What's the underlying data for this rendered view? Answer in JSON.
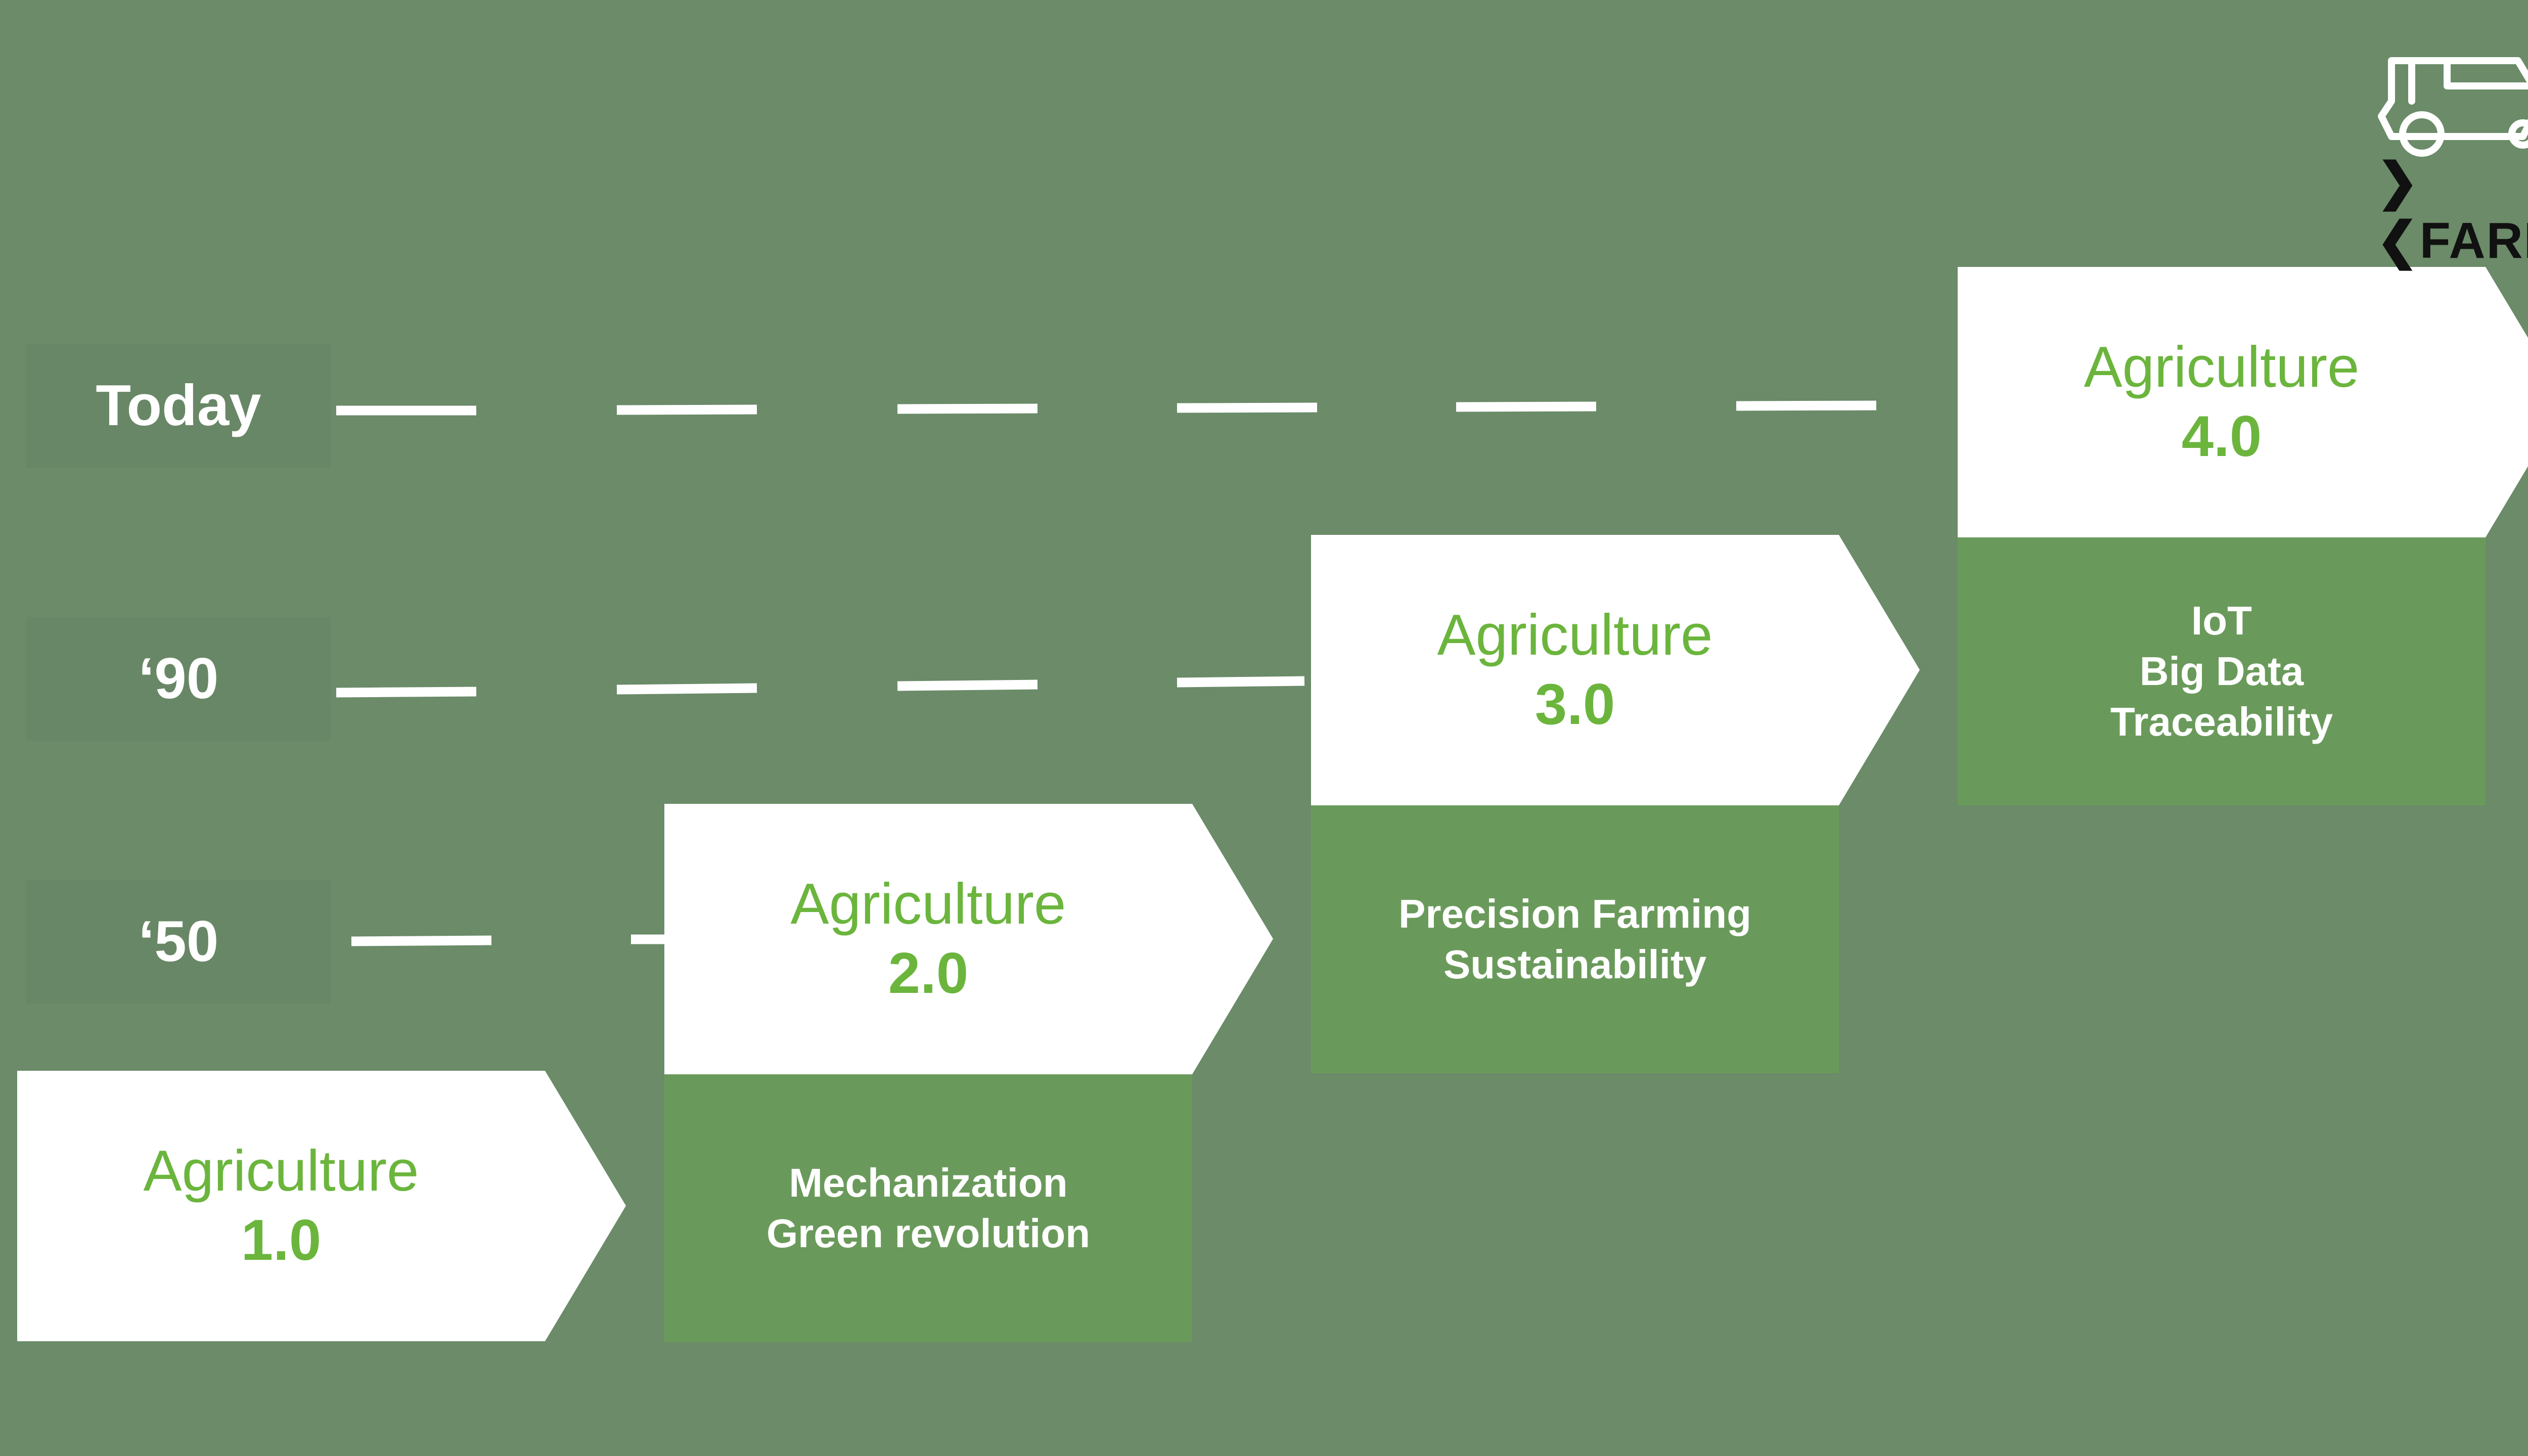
{
  "eras": [
    {
      "label": "Today"
    },
    {
      "label": "‘90"
    },
    {
      "label": "‘50"
    }
  ],
  "stages": [
    {
      "title": "Agriculture",
      "version": "1.0",
      "features": []
    },
    {
      "title": "Agriculture",
      "version": "2.0",
      "features": [
        "Mechanization",
        "Green revolution"
      ]
    },
    {
      "title": "Agriculture",
      "version": "3.0",
      "features": [
        "Precision Farming",
        "Sustainability"
      ]
    },
    {
      "title": "Agriculture",
      "version": "4.0",
      "features": [
        "IoT",
        "Big Data",
        "Traceability"
      ]
    }
  ],
  "logo": {
    "icon": "tractor-icon",
    "chevron_glyph": "❯❮",
    "wordmark": "FARM"
  },
  "colors": {
    "background": "#6b8b69",
    "accent_green": "#6bb53d",
    "description_box": "#6a9a5b",
    "era_box": "#688766",
    "arrow_fill": "#ffffff",
    "logo_ink": "#111111"
  }
}
